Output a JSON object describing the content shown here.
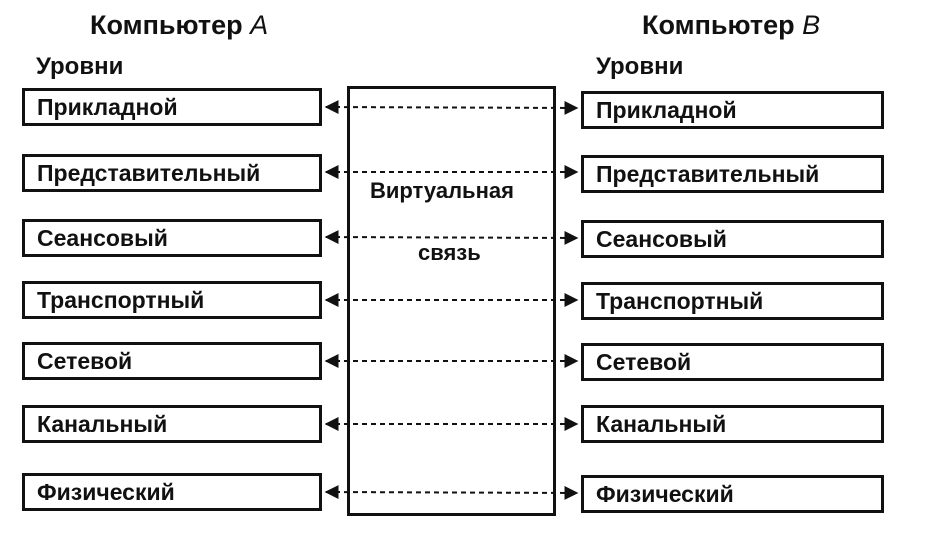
{
  "computer_a": {
    "label": "Компьютер ",
    "name": "A",
    "levels_label": "Уровни"
  },
  "computer_b": {
    "label": "Компьютер ",
    "name": "B",
    "levels_label": "Уровни"
  },
  "layers": [
    "Прикладной",
    "Представительный",
    "Сеансовый",
    "Транспортный",
    "Сетевой",
    "Канальный",
    "Физический"
  ],
  "virtual_link": {
    "line1": "Виртуальная",
    "line2": "связь"
  },
  "colors": {
    "ink": "#111111",
    "background": "#ffffff"
  }
}
